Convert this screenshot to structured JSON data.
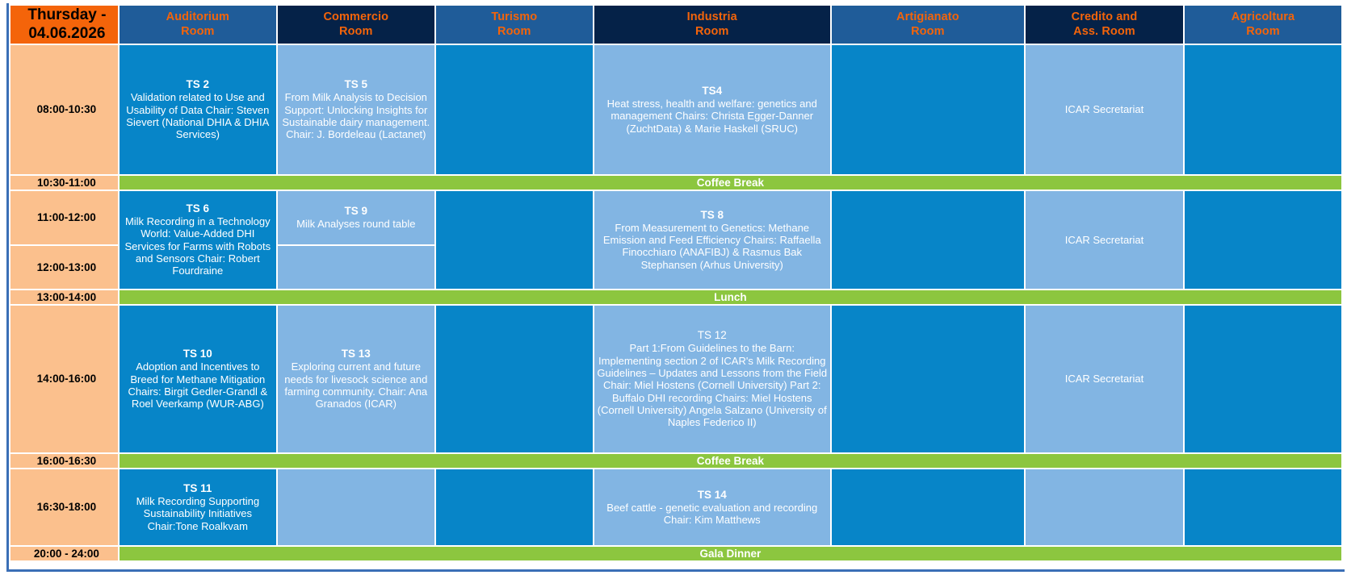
{
  "header": {
    "day_label": "Thursday -\n04.06.2026",
    "day_line1": "Thursday -",
    "day_line2": "04.06.2026",
    "rooms": [
      {
        "name": "Auditorium",
        "suffix": "Room",
        "style": "dark"
      },
      {
        "name": "Commercio",
        "suffix": "Room",
        "style": "navy"
      },
      {
        "name": "Turismo",
        "suffix": "Room",
        "style": "dark"
      },
      {
        "name": "Industria",
        "suffix": "Room",
        "style": "navy"
      },
      {
        "name": "Artigianato",
        "suffix": "Room",
        "style": "dark"
      },
      {
        "name": "Credito and",
        "suffix": "Ass. Room",
        "style": "navy"
      },
      {
        "name": "Agricoltura",
        "suffix": "Room",
        "style": "dark"
      }
    ]
  },
  "colors": {
    "day_header_bg": "#F4640A",
    "room_header_text": "#F4640A",
    "room_header_dark": "#1F5C99",
    "room_header_navy": "#052248",
    "time_bg": "#FBC08D",
    "session_dark": "#0785C8",
    "session_light": "#82B5E3",
    "break_bg": "#8CC63F",
    "frame_border": "#3B6FB6"
  },
  "times": {
    "slot1": "08:00-10:30",
    "break1": "10:30-11:00",
    "slot2a": "11:00-12:00",
    "slot2b": "12:00-13:00",
    "break2": "13:00-14:00",
    "slot3": "14:00-16:00",
    "break3": "16:00-16:30",
    "slot4": "16:30-18:00",
    "slot5": "20:00 - 24:00"
  },
  "breaks": {
    "coffee1": "Coffee Break",
    "lunch": "Lunch",
    "coffee2": "Coffee Break",
    "gala": "Gala Dinner"
  },
  "sessions": {
    "ts2": {
      "code": "TS 2",
      "text": "Validation related to Use and Usability of Data Chair: Steven Sievert (National DHIA & DHIA Services)"
    },
    "ts5": {
      "code": "TS 5",
      "text": "From Milk Analysis to Decision Support: Unlocking Insights for Sustainable dairy management. Chair: J. Bordeleau (Lactanet)"
    },
    "ts4": {
      "code": "TS4",
      "text": "Heat stress, health and welfare: genetics and management Chairs: Christa Egger-Danner (ZuchtData) & Marie Haskell (SRUC)"
    },
    "secretariat1": {
      "code": "",
      "text": "ICAR Secretariat"
    },
    "ts6": {
      "code": "TS 6",
      "text": "Milk Recording in a Technology World: Value-Added DHI Services for Farms with Robots and Sensors Chair: Robert Fourdraine"
    },
    "ts9": {
      "code": "TS 9",
      "text": "Milk Analyses round table"
    },
    "ts8": {
      "code": "TS 8",
      "text": "From Measurement to Genetics: Methane Emission and Feed Efficiency Chairs: Raffaella Finocchiaro (ANAFIBJ) & Rasmus Bak Stephansen (Arhus University)"
    },
    "secretariat2": {
      "code": "",
      "text": "ICAR Secretariat"
    },
    "ts10": {
      "code": "TS 10",
      "text": "Adoption and Incentives to Breed for Methane Mitigation Chairs: Birgit Gedler-Grandl  & Roel Veerkamp (WUR-ABG)"
    },
    "ts13": {
      "code": "TS 13",
      "text": "Exploring current and future needs for livesock science and farming community. Chair: Ana Granados (ICAR)"
    },
    "ts12": {
      "code": "TS 12",
      "text": "Part 1:From Guidelines to the Barn: Implementing section 2 of ICAR's Milk Recording Guidelines – Updates and Lessons from the Field Chair: Miel Hostens (Cornell University) Part 2: Buffalo DHI recording Chairs: Miel Hostens (Cornell University) Angela Salzano (University of Naples Federico II)"
    },
    "secretariat3": {
      "code": "",
      "text": "ICAR Secretariat"
    },
    "ts11": {
      "code": "TS 11",
      "text": "Milk Recording Supporting Sustainability Initiatives Chair:Tone Roalkvam"
    },
    "ts14": {
      "code": "TS 14",
      "text": "Beef cattle - genetic evaluation and recording Chair: Kim Matthews"
    }
  }
}
